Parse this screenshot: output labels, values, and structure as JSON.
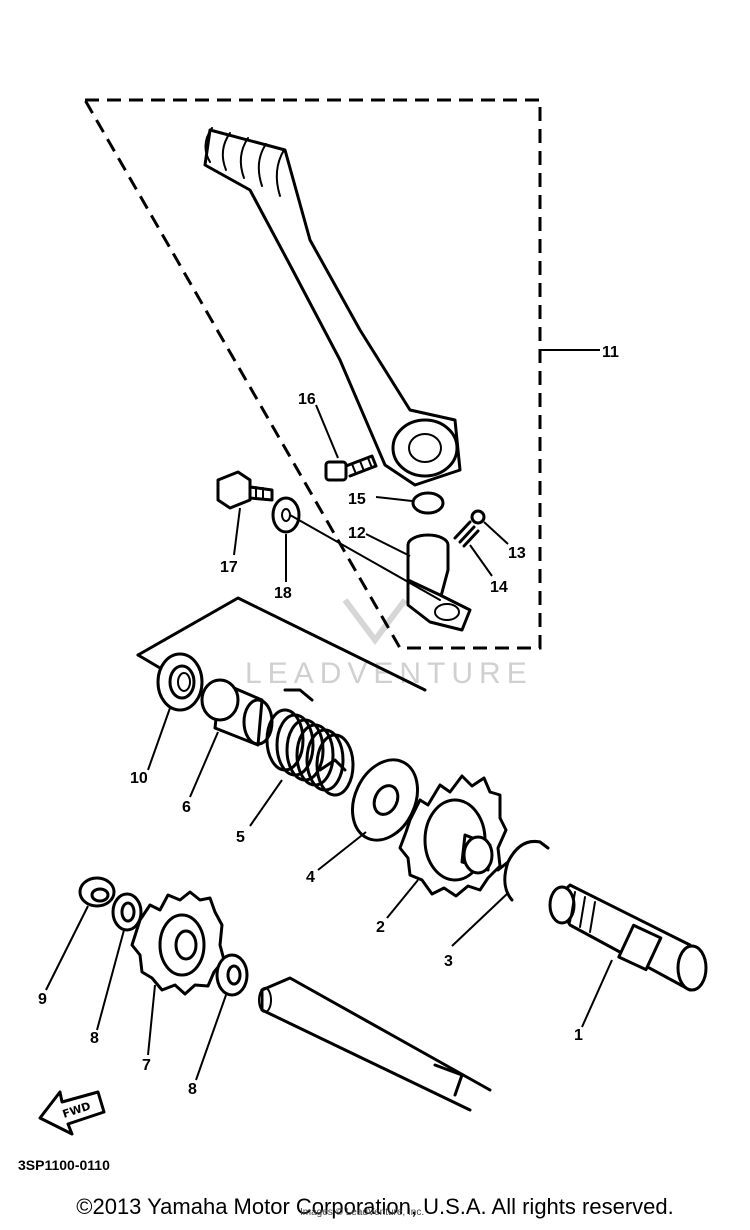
{
  "diagram": {
    "part_labels": [
      "1",
      "2",
      "3",
      "4",
      "5",
      "6",
      "7",
      "8",
      "8",
      "9",
      "10",
      "11",
      "12",
      "13",
      "14",
      "15",
      "16",
      "17",
      "18"
    ],
    "watermark": "LEADVENTURE",
    "drawing_code": "3SP1100-0110",
    "fwd_label": "FWD"
  },
  "footer": {
    "copyright": "©2013 Yamaha Motor Corporation, U.S.A. All rights reserved.",
    "note": "Images © LeadVenture, Inc."
  }
}
